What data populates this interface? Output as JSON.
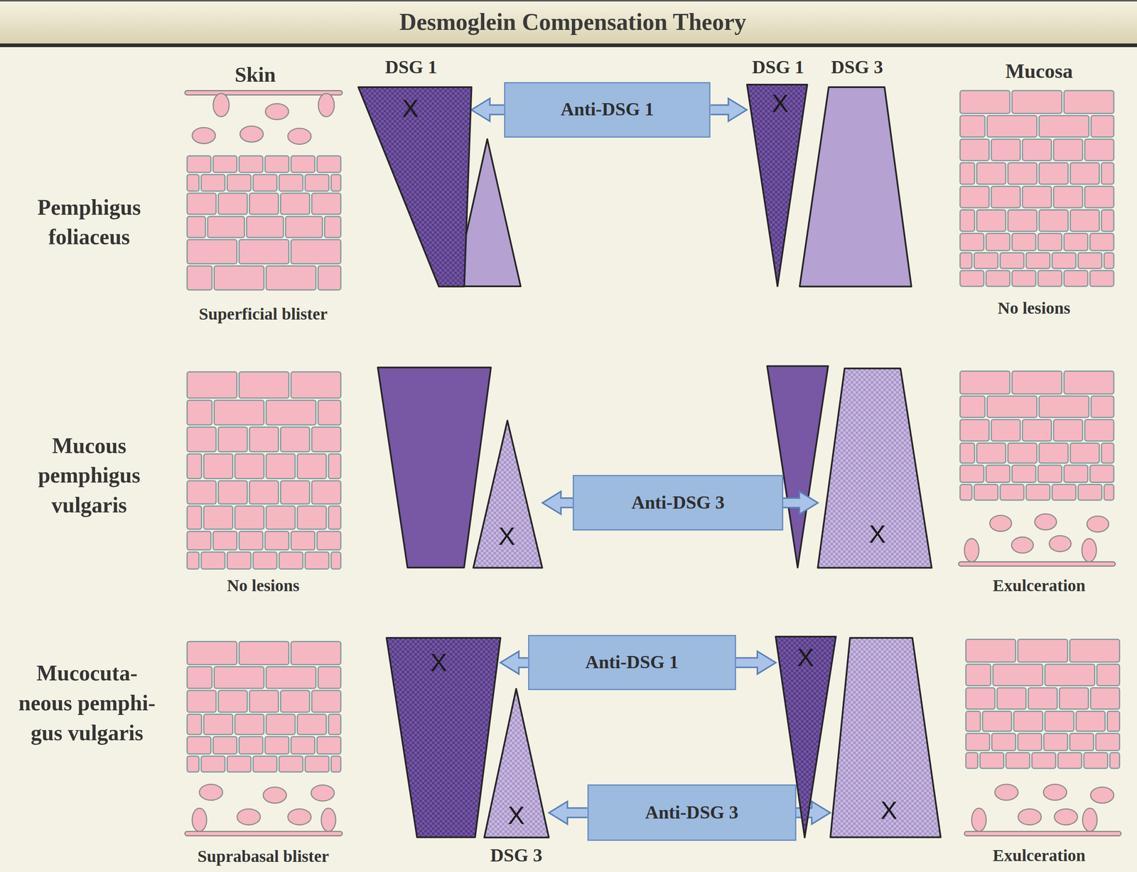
{
  "diagram": {
    "title": "Desmoglein Compensation Theory",
    "nodes": [
      {
        "text": [
          "DSG 1",
          "X"
        ]
      },
      {
        "text": [
          "Anti-DSG 1"
        ]
      },
      {
        "text": [
          "DSG 1",
          "X"
        ]
      },
      {
        "text": [
          "DSG 3"
        ]
      },
      {
        "text": [
          "X"
        ]
      },
      {
        "text": [
          "Anti-DSG 3"
        ]
      },
      {
        "text": [
          "X"
        ]
      },
      {
        "text": [
          "X"
        ]
      },
      {
        "text": [
          "Anti-DSG 1"
        ]
      },
      {
        "text": [
          "X"
        ]
      },
      {
        "text": [
          "X",
          "DSG 3"
        ]
      },
      {
        "text": [
          "Anti-DSG 3"
        ]
      },
      {
        "text": [
          "X"
        ]
      }
    ],
    "edges": [
      {
        "from": 1,
        "to": 0,
        "arrow": "to"
      },
      {
        "from": 1,
        "to": 2,
        "arrow": "to"
      },
      {
        "from": 5,
        "to": 4,
        "arrow": "to"
      },
      {
        "from": 5,
        "to": 6,
        "arrow": "to"
      },
      {
        "from": 8,
        "to": 7,
        "arrow": "to"
      },
      {
        "from": 8,
        "to": 9,
        "arrow": "to"
      },
      {
        "from": 11,
        "to": 10,
        "arrow": "to"
      },
      {
        "from": 11,
        "to": 12,
        "arrow": "to"
      }
    ],
    "labels": [
      "Skin",
      "Mucosa",
      "Pemphigus foliaceus",
      "Superficial blister",
      "No lesions",
      "Mucous pemphigus vulgaris",
      "No lesions",
      "Exulceration",
      "Mucocuta- neous pemphi- gus vulgaris",
      "Suprabasal blister",
      "Exulceration"
    ]
  }
}
